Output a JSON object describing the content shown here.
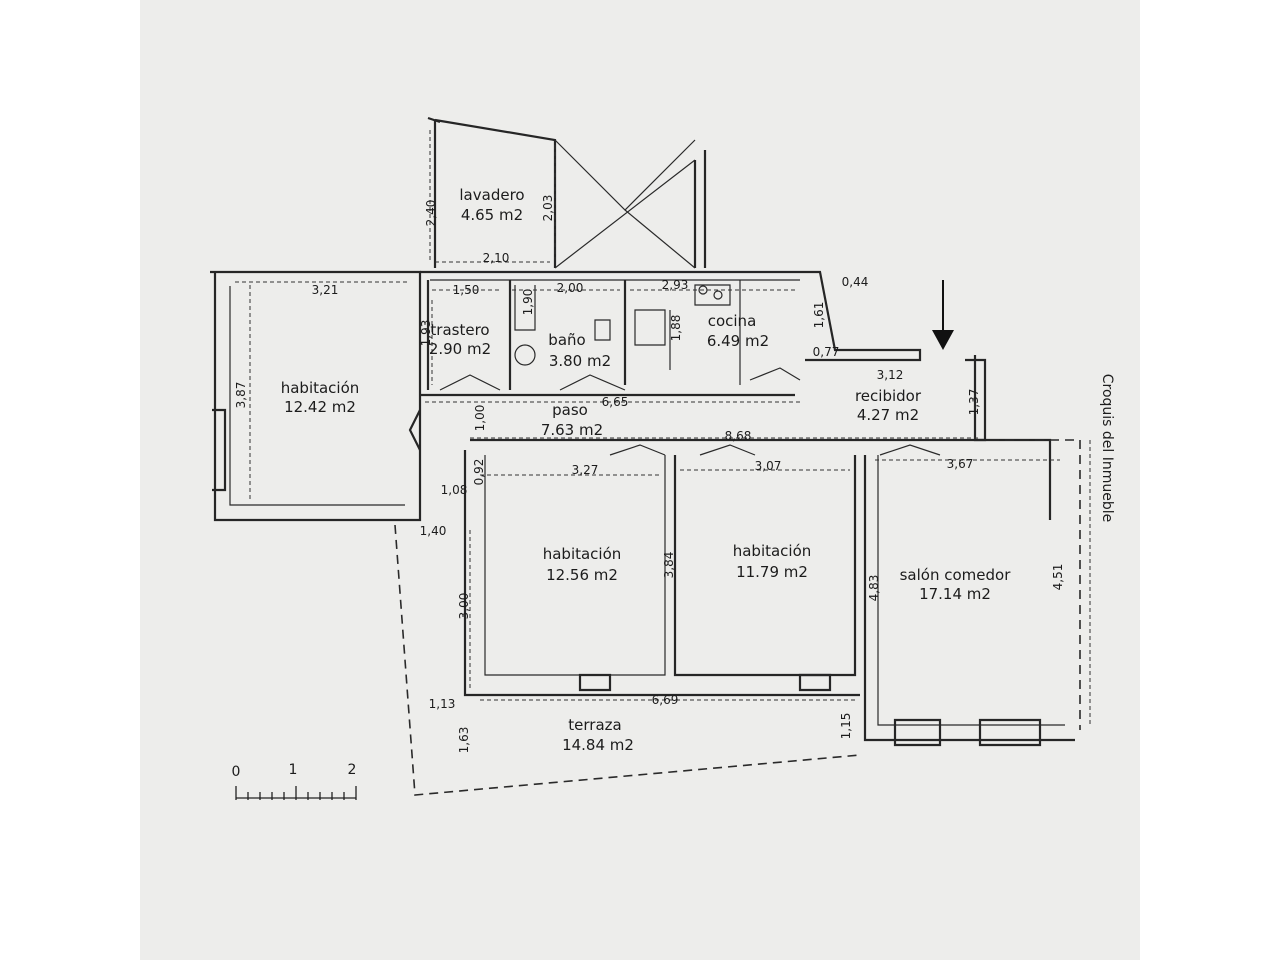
{
  "title": "Croquis del Inmueble",
  "rooms": {
    "lavadero": {
      "name": "lavadero",
      "area": "4.65 m2"
    },
    "trastero": {
      "name": "trastero",
      "area": "2.90 m2"
    },
    "bano": {
      "name": "baño",
      "area": "3.80 m2"
    },
    "cocina": {
      "name": "cocina",
      "area": "6.49 m2"
    },
    "habitacion1": {
      "name": "habitación",
      "area": "12.42 m2"
    },
    "paso": {
      "name": "paso",
      "area": "7.63 m2"
    },
    "recibidor": {
      "name": "recibidor",
      "area": "4.27 m2"
    },
    "habitacion2": {
      "name": "habitación",
      "area": "12.56 m2"
    },
    "habitacion3": {
      "name": "habitación",
      "area": "11.79 m2"
    },
    "salon": {
      "name": "salón comedor",
      "area": "17.14 m2"
    },
    "terraza": {
      "name": "terraza",
      "area": "14.84 m2"
    }
  },
  "dimensions": {
    "lav_h": "2,40",
    "lav_h2": "2,03",
    "lav_w": "2,10",
    "hab1_w": "3,21",
    "hab1_h": "3,87",
    "tras_w": "1,50",
    "tras_h": "1,93",
    "bano_w": "2,00",
    "bano_h": "1,90",
    "coc_w": "2,93",
    "coc_h": "1,88",
    "coc_h2": "1,61",
    "d044": "0,44",
    "d077": "0,77",
    "rec_w": "3,12",
    "rec_h": "1,37",
    "paso_w": "6,65",
    "paso_h": "1,00",
    "total_w": "8,68",
    "hab2_w": "3,27",
    "hab3_w": "3,07",
    "salon_w": "3,67",
    "d092": "0,92",
    "d108": "1,08",
    "d140": "1,40",
    "hab_h": "3,84",
    "salon_h": "4,83",
    "salon_h2": "4,51",
    "d300": "3,00",
    "d113": "1,13",
    "terr_w": "6,69",
    "d163": "1,63",
    "d115": "1,15"
  },
  "scale": {
    "labels": [
      "0",
      "1",
      "2"
    ]
  }
}
